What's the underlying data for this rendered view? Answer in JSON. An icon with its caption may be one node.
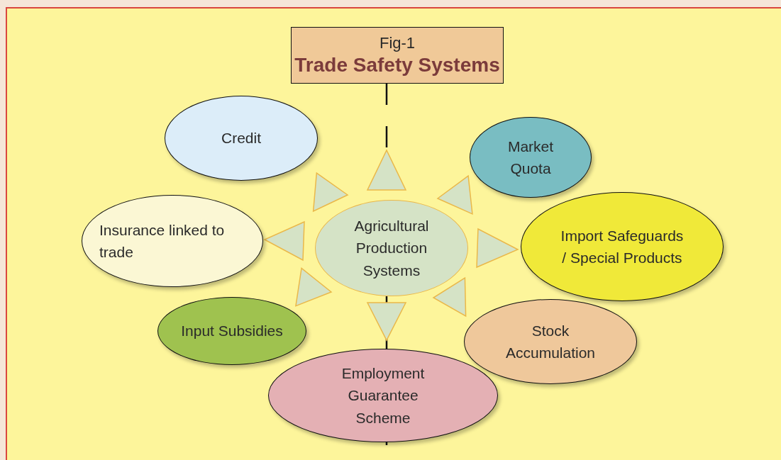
{
  "diagram": {
    "nodes": [
      {
        "text": [
          "Fig-1",
          "Trade Safety Systems"
        ]
      },
      {
        "text": [
          "Credit"
        ]
      },
      {
        "text": [
          "Market Quota"
        ]
      },
      {
        "text": [
          "Insurance linked to trade"
        ]
      },
      {
        "text": [
          "Agricultural Production Systems"
        ]
      },
      {
        "text": [
          "Import Safeguards / Special Products"
        ]
      },
      {
        "text": [
          "Input Subsidies"
        ]
      },
      {
        "text": [
          "Stock Accumulation"
        ]
      },
      {
        "text": [
          "Employment Guarantee Scheme"
        ]
      }
    ],
    "edges": [
      {
        "from": 4,
        "to": null,
        "arrow": "to"
      },
      {
        "from": 1,
        "to": 4,
        "arrow": "to"
      },
      {
        "from": 2,
        "to": 4,
        "arrow": "to"
      },
      {
        "from": 4,
        "to": 3,
        "arrow": "to"
      },
      {
        "from": 4,
        "to": 5,
        "arrow": "to"
      },
      {
        "from": 6,
        "to": 4,
        "arrow": "to"
      },
      {
        "from": 7,
        "to": 4,
        "arrow": "to"
      },
      {
        "from": 4,
        "to": 8,
        "arrow": "to"
      }
    ]
  }
}
